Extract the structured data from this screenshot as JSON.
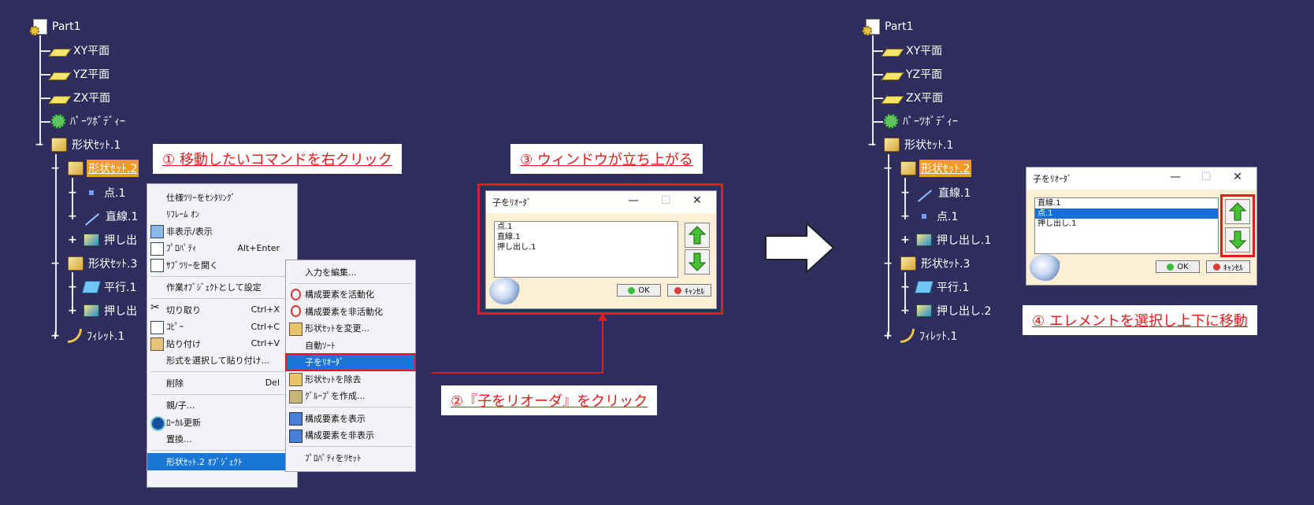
{
  "colors": {
    "background": "#2e2d5e",
    "highlight": "#f29a21",
    "callout_text": "#e21b1b",
    "red_frame": "#e21b1b",
    "menu_selected": "#1976d2"
  },
  "left_tree": {
    "root": "Part1",
    "items": [
      "XY平面",
      "YZ平面",
      "ZX平面",
      "ﾊﾟｰﾂﾎﾞﾃﾞｨｰ",
      "形状ｾｯﾄ.1",
      "形状ｾｯﾄ.2",
      "点.1",
      "直線.1",
      "押し出",
      "形状ｾｯﾄ.3",
      "平行.1",
      "押し出",
      "ﾌｨﾚｯﾄ.1"
    ]
  },
  "right_tree": {
    "root": "Part1",
    "items": [
      "XY平面",
      "YZ平面",
      "ZX平面",
      "ﾊﾟｰﾂﾎﾞﾃﾞｨｰ",
      "形状ｾｯﾄ.1",
      "形状ｾｯﾄ.2",
      "直線.1",
      "点.1",
      "押し出し.1",
      "形状ｾｯﾄ.3",
      "平行.1",
      "押し出し.2",
      "ﾌｨﾚｯﾄ.1"
    ]
  },
  "callouts": {
    "step1": "① 移動したいコマンドを右クリック",
    "step2": "②『子をリオーダ』をクリック",
    "step3": "③ ウィンドウが立ち上がる",
    "step4": "④ エレメントを選択し上下に移動"
  },
  "context_menu": {
    "items": [
      {
        "label": "仕様ﾂﾘｰをｾﾝﾀﾘﾝｸﾞ",
        "shortcut": "",
        "icon": ""
      },
      {
        "label": "ﾘﾌﾚｰﾑ ｵﾝ",
        "shortcut": "",
        "icon": ""
      },
      {
        "label": "非表示/表示",
        "shortcut": "",
        "icon": "hide-show-icon"
      },
      {
        "label": "ﾌﾟﾛﾊﾟﾃｨ",
        "shortcut": "Alt+Enter",
        "icon": "properties-icon"
      },
      {
        "label": "ｻﾌﾞﾂﾘｰを開く",
        "shortcut": "",
        "icon": "subtree-icon"
      },
      {
        "label": "作業ｵﾌﾞｼﾞｪｸﾄとして設定",
        "shortcut": "",
        "icon": ""
      },
      {
        "label": "切り取り",
        "shortcut": "Ctrl+X",
        "icon": "cut-icon"
      },
      {
        "label": "ｺﾋﾟｰ",
        "shortcut": "Ctrl+C",
        "icon": "copy-icon"
      },
      {
        "label": "貼り付け",
        "shortcut": "Ctrl+V",
        "icon": "paste-icon"
      },
      {
        "label": "形式を選択して貼り付け...",
        "shortcut": "",
        "icon": ""
      },
      {
        "label": "削除",
        "shortcut": "Del",
        "icon": ""
      },
      {
        "label": "親/子...",
        "shortcut": "",
        "icon": ""
      },
      {
        "label": "ﾛｰｶﾙ更新",
        "shortcut": "",
        "icon": "local-update-icon"
      },
      {
        "label": "置換...",
        "shortcut": "",
        "icon": ""
      },
      {
        "label": "形状ｾｯﾄ.2 ｵﾌﾞｼﾞｪｸﾄ",
        "shortcut": "",
        "icon": ""
      }
    ]
  },
  "sub_menu": {
    "items": [
      {
        "label": "入力を編集...",
        "icon": ""
      },
      {
        "label": "構成要素を活動化",
        "icon": "activate-icon"
      },
      {
        "label": "構成要素を非活動化",
        "icon": "deactivate-icon"
      },
      {
        "label": "形状ｾｯﾄを変更...",
        "icon": "change-geoset-icon"
      },
      {
        "label": "自動ｿｰﾄ",
        "icon": ""
      },
      {
        "label": "子をﾘｵｰﾀﾞ",
        "icon": ""
      },
      {
        "label": "形状ｾｯﾄを除去",
        "icon": "remove-geoset-icon"
      },
      {
        "label": "ｸﾞﾙｰﾌﾟを作成...",
        "icon": "create-group-icon"
      },
      {
        "label": "構成要素を表示",
        "icon": "show-components-icon"
      },
      {
        "label": "構成要素を非表示",
        "icon": "hide-components-icon"
      },
      {
        "label": "ﾌﾟﾛﾊﾟﾃｨをﾘｾｯﾄ",
        "icon": ""
      }
    ]
  },
  "dialog_mid": {
    "title": "子をﾘｵｰﾀﾞ",
    "list": [
      "点.1",
      "直線.1",
      "押し出し.1"
    ],
    "ok": "OK",
    "cancel": "ｷｬﾝｾﾙ"
  },
  "dialog_right": {
    "title": "子をﾘｵｰﾀﾞ",
    "list": [
      "直線.1",
      "点.1",
      "押し出し.1"
    ],
    "selected_index": 1,
    "ok": "OK",
    "cancel": "ｷｬﾝｾﾙ"
  }
}
